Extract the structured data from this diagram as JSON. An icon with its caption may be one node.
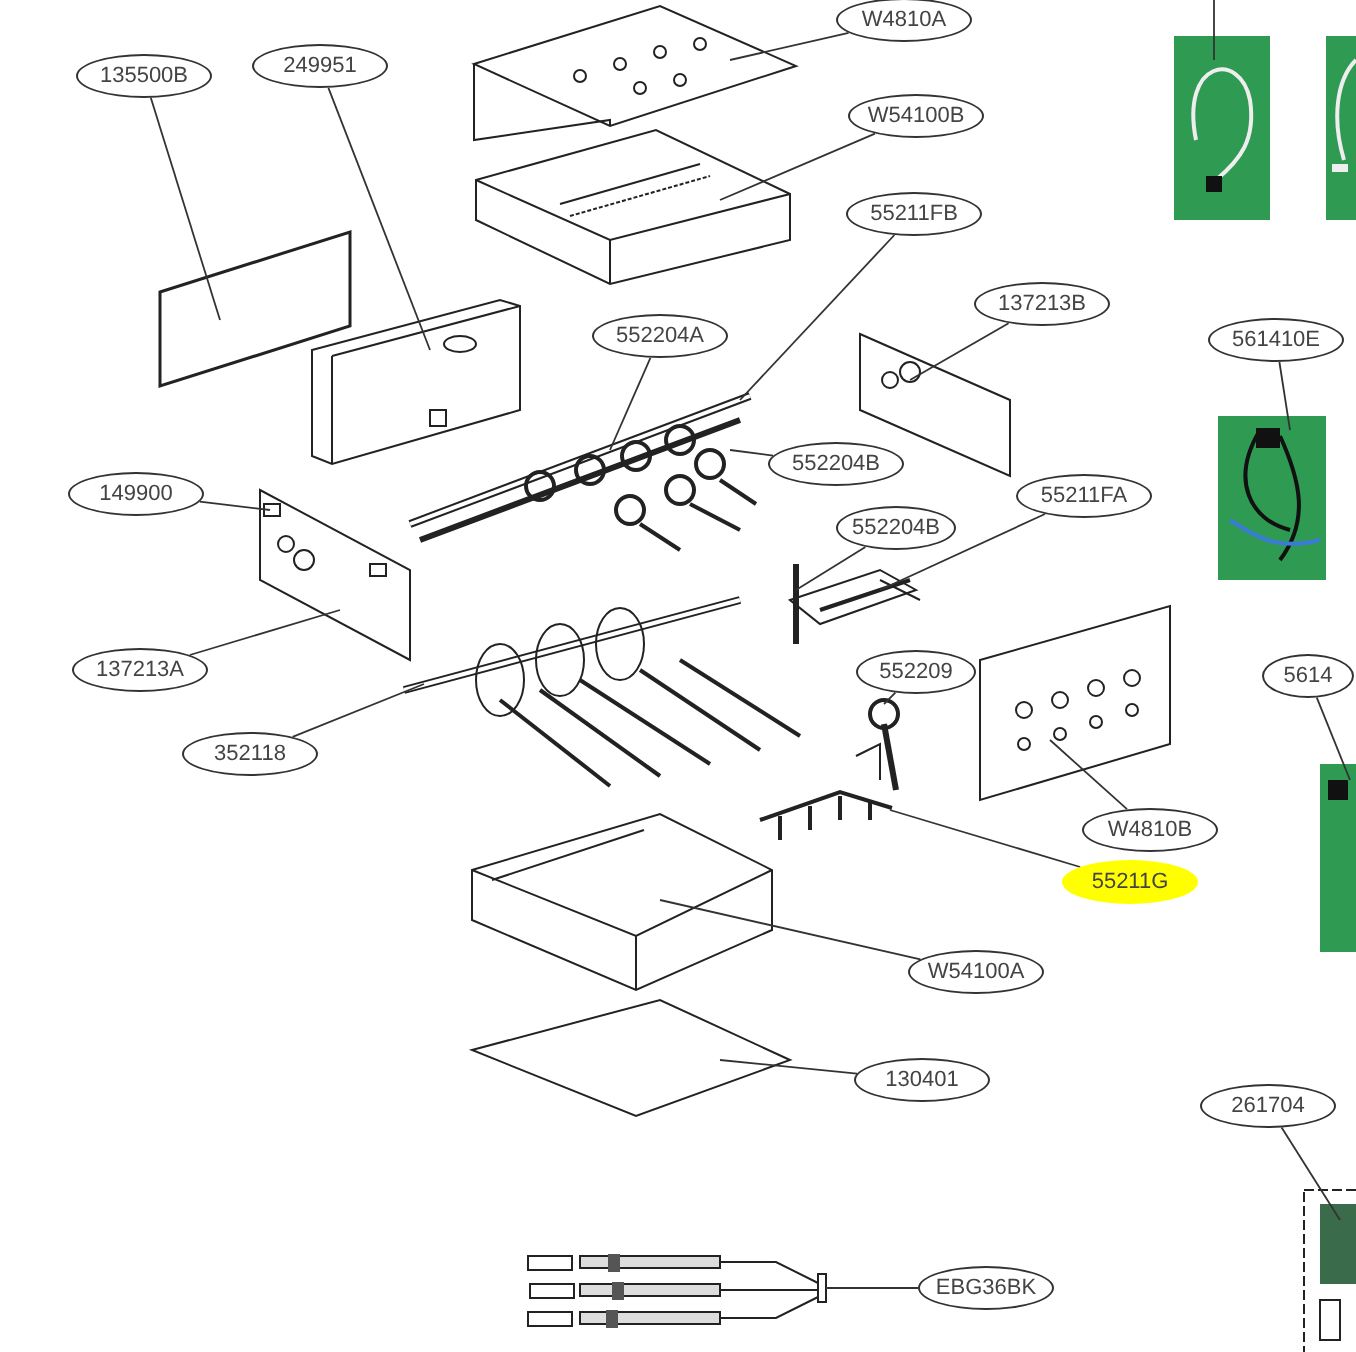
{
  "diagram": {
    "nodes": [
      {
        "text": [
          "W4810A"
        ]
      },
      {
        "text": [],
        "shape": "picture"
      },
      {
        "text": [
          "135500B"
        ]
      },
      {
        "text": [],
        "shape": "picture"
      },
      {
        "text": [
          "249951"
        ]
      },
      {
        "text": [],
        "shape": "picture"
      },
      {
        "text": [
          "W54100B"
        ]
      },
      {
        "text": [],
        "shape": "picture"
      },
      {
        "text": [
          "55211FB"
        ]
      },
      {
        "text": [],
        "shape": "picture"
      },
      {
        "text": [
          "552204A"
        ]
      },
      {
        "text": [
          "137213B"
        ]
      },
      {
        "text": [],
        "shape": "picture"
      },
      {
        "text": [
          "561410E"
        ]
      },
      {
        "text": [],
        "shape": "picture"
      },
      {
        "text": [
          "149900"
        ]
      },
      {
        "text": [
          "552204B"
        ]
      },
      {
        "text": [],
        "shape": "picture"
      },
      {
        "text": [
          "55211FA"
        ]
      },
      {
        "text": [],
        "shape": "picture"
      },
      {
        "text": [
          "552204B"
        ]
      },
      {
        "text": [
          "137213A"
        ]
      },
      {
        "text": [
          "552209"
        ]
      },
      {
        "text": [],
        "shape": "picture"
      },
      {
        "text": [
          "352118"
        ]
      },
      {
        "text": [],
        "shape": "picture"
      },
      {
        "text": [
          "W4810B"
        ]
      },
      {
        "text": [],
        "shape": "picture"
      },
      {
        "text": [
          "55211G"
        ]
      },
      {
        "text": [],
        "shape": "picture"
      },
      {
        "text": [
          "W54100A"
        ]
      },
      {
        "text": [],
        "shape": "picture"
      },
      {
        "text": [
          "130401"
        ]
      },
      {
        "text": [],
        "shape": "picture"
      },
      {
        "text": [
          "261704"
        ]
      },
      {
        "text": [],
        "shape": "picture"
      },
      {
        "text": [
          "EBG36BK"
        ]
      },
      {
        "text": [],
        "shape": "picture"
      },
      {
        "text": [
          "5614"
        ]
      },
      {
        "text": [],
        "shape": "picture"
      },
      {
        "text": [],
        "shape": "picture"
      },
      {
        "text": [],
        "shape": "picture"
      }
    ],
    "edges": [
      {
        "from": 0,
        "to": 1,
        "arrow": "none"
      },
      {
        "from": 2,
        "to": 3,
        "arrow": "none"
      },
      {
        "from": 4,
        "to": 5,
        "arrow": "none"
      },
      {
        "from": 6,
        "to": 7,
        "arrow": "none"
      },
      {
        "from": 8,
        "to": 9,
        "arrow": "none"
      },
      {
        "from": 10,
        "to": 9,
        "arrow": "none"
      },
      {
        "from": 11,
        "to": 12,
        "arrow": "none"
      },
      {
        "from": 13,
        "to": 14,
        "arrow": "none"
      },
      {
        "from": 15,
        "to": 17,
        "arrow": "none"
      },
      {
        "from": 16,
        "to": 9,
        "arrow": "none"
      },
      {
        "from": 18,
        "to": 19,
        "arrow": "none"
      },
      {
        "from": 20,
        "to": 19,
        "arrow": "none"
      },
      {
        "from": 21,
        "to": 17,
        "arrow": "none"
      },
      {
        "from": 22,
        "to": 23,
        "arrow": "none"
      },
      {
        "from": 24,
        "to": 25,
        "arrow": "none"
      },
      {
        "from": 26,
        "to": 27,
        "arrow": "none"
      },
      {
        "from": 28,
        "to": 29,
        "arrow": "none"
      },
      {
        "from": 30,
        "to": 31,
        "arrow": "none"
      },
      {
        "from": 32,
        "to": 33,
        "arrow": "none"
      },
      {
        "from": 34,
        "to": 35,
        "arrow": "none"
      },
      {
        "from": 36,
        "to": 37,
        "arrow": "none"
      },
      {
        "from": 38,
        "to": 39,
        "arrow": "none"
      },
      {
        "from": null,
        "to": 40,
        "arrow": "none"
      }
    ]
  }
}
